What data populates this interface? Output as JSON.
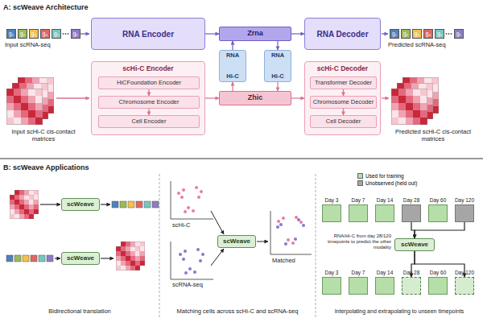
{
  "diagram": {
    "nodes": [
      {
        "text": [
          "RNA Encoder"
        ]
      },
      {
        "text": [
          "Zrna"
        ]
      },
      {
        "text": [
          "RNA Decoder"
        ]
      },
      {
        "text": [
          "scHi-C Encoder"
        ]
      },
      {
        "text": [
          "HiCFoundation Encoder"
        ],
        "in": 3
      },
      {
        "text": [
          "Chromosome Encoder"
        ],
        "in": 3
      },
      {
        "text": [
          "Cell Encoder"
        ],
        "in": 3
      },
      {
        "text": [
          "RNA",
          "Hi-C"
        ]
      },
      {
        "text": [
          "RNA",
          "Hi-C"
        ]
      },
      {
        "text": [
          "Zhic"
        ]
      },
      {
        "text": [
          "scHi-C Decoder"
        ]
      },
      {
        "text": [
          "Transformer Decoder"
        ],
        "in": 10
      },
      {
        "text": [
          "Chromosome Decoder"
        ],
        "in": 10
      },
      {
        "text": [
          "Cell Decoder"
        ],
        "in": 10
      },
      {
        "text": [
          "scWeave"
        ]
      },
      {
        "text": [
          "scWeave"
        ]
      },
      {
        "text": [
          "scWeave"
        ]
      },
      {
        "text": [
          "Day 3"
        ]
      },
      {
        "text": [
          "Day 7"
        ]
      },
      {
        "text": [
          "Day 14"
        ]
      },
      {
        "text": [
          "Day 28"
        ]
      },
      {
        "text": [
          "Day 60"
        ]
      },
      {
        "text": [
          "Day 120"
        ]
      },
      {
        "text": [
          "scWeave"
        ]
      },
      {
        "text": [
          "Day 3"
        ]
      },
      {
        "text": [
          "Day 7"
        ]
      },
      {
        "text": [
          "Day 14"
        ]
      },
      {
        "text": [
          "Day 28"
        ]
      },
      {
        "text": [
          "Day 60"
        ]
      },
      {
        "text": [
          "Day 120"
        ]
      }
    ],
    "edges": [
      {
        "from": 0,
        "to": 1,
        "arrow": "to"
      },
      {
        "from": 1,
        "to": 2,
        "arrow": "to"
      },
      {
        "from": 3,
        "to": 9,
        "arrow": "to"
      },
      {
        "from": 9,
        "to": 10,
        "arrow": "to"
      },
      {
        "from": 9,
        "to": 7,
        "arrow": "to"
      },
      {
        "from": 7,
        "to": 1,
        "arrow": "to"
      },
      {
        "from": 1,
        "to": 8,
        "arrow": "to"
      },
      {
        "from": 8,
        "to": 9,
        "arrow": "to"
      },
      {
        "from": 4,
        "to": 5,
        "arrow": "to"
      },
      {
        "from": 5,
        "to": 6,
        "arrow": "to"
      },
      {
        "from": 11,
        "to": 12,
        "arrow": "to"
      },
      {
        "from": 12,
        "to": 13,
        "arrow": "to"
      },
      {
        "from": 20,
        "to": 23,
        "arrow": "to"
      },
      {
        "from": 22,
        "to": 23,
        "arrow": "to"
      },
      {
        "from": 23,
        "to": 27,
        "arrow": "to"
      },
      {
        "from": 23,
        "to": 29,
        "arrow": "to"
      }
    ],
    "labels": [
      "A: scWeave Architecture",
      "g₁",
      "g₂",
      "g₃",
      "g₄",
      "g₅",
      "gₙ",
      "Input scRNA-seq",
      "g₁",
      "g₂",
      "g₃",
      "g₄",
      "g₅",
      "gₙ",
      "Predicted scRNA-seq",
      "Input scHi-C cis-contact matrices",
      "Predicted scHi-C cis-contact matrices",
      "B: scWeave Applications",
      "Bidirectional translation",
      "scHi-C",
      "scRNA-seq",
      "Matched",
      "Matching cells across scHi-C and scRNA-seq",
      "RNA/Hi-C from day 28/120 timepoints to predict the other modality",
      "Interpolating and extrapolating to unseen timepoints"
    ],
    "legend": [
      {
        "text": "Used for training",
        "color": "#b5dea9"
      },
      {
        "text": "Unobserved (held out)",
        "color": "#a6a6a6"
      }
    ]
  }
}
